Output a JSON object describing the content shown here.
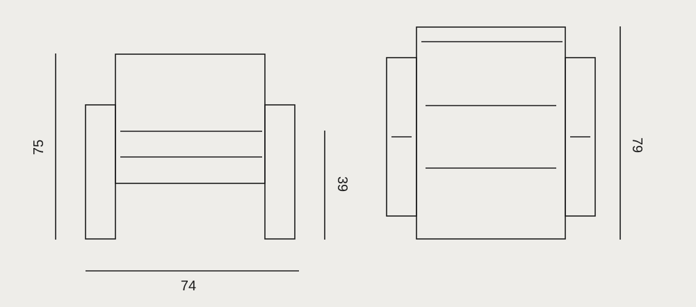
{
  "front_view": {
    "height_label": "75",
    "width_label": "74",
    "seat_height_label": "39"
  },
  "side_view": {
    "depth_label": "79"
  },
  "colors": {
    "background": "#eeede9",
    "line": "#1a1a1a"
  }
}
